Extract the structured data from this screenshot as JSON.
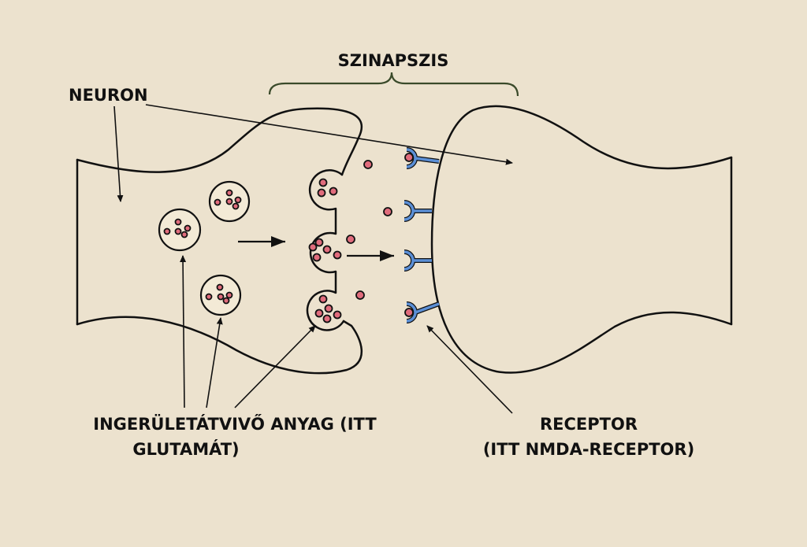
{
  "labels": {
    "synapse": "SZINAPSZIS",
    "neuron": "NEURON",
    "neurotransmitter_line1": "INGERÜLETÁTVIVŐ ANYAG (ITT",
    "neurotransmitter_line2": "GLUTAMÁT)",
    "receptor_line1": "RECEPTOR",
    "receptor_line2": "(ITT NMDA-RECEPTOR)"
  },
  "colors": {
    "background": "#ece2ce",
    "neurotransmitter": "#e06c7c",
    "receptor": "#5b8fd6",
    "brace": "#3a4a2a"
  }
}
